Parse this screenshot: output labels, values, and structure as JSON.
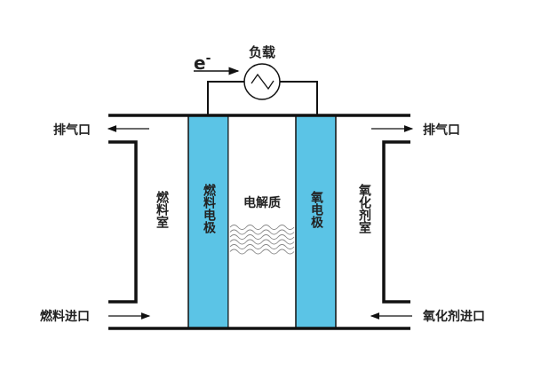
{
  "title": "燃料电池示意图",
  "load": {
    "label": "负载",
    "electron": "e",
    "electron_sign": "-"
  },
  "labels": {
    "exhaust_left": "排气口",
    "exhaust_right": "排气口",
    "fuel_inlet": "燃料进口",
    "oxidant_inlet": "氧化剂进口",
    "fuel_chamber": "燃料室",
    "fuel_electrode": "燃料电极",
    "electrolyte": "电解质",
    "oxygen_electrode": "氧电极",
    "oxidant_chamber": "氧化剂室"
  },
  "colors": {
    "electrode": "#5bc4e6",
    "line": "#111111"
  }
}
